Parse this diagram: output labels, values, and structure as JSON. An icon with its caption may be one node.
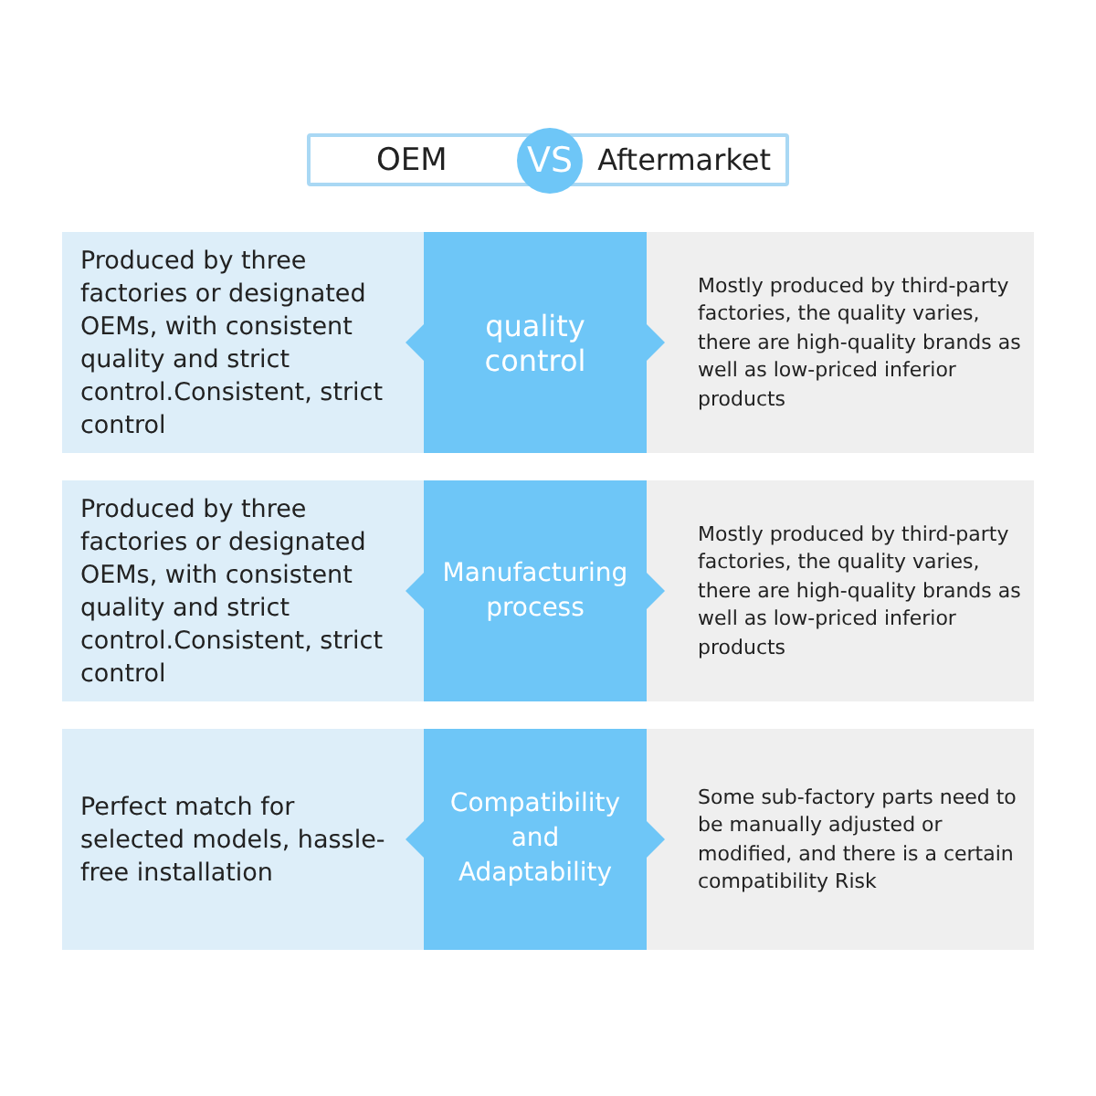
{
  "diagram": {
    "nodes": [
      {
        "text": [
          "OEM",
          "Aftermarket"
        ]
      },
      {
        "text": [
          "VS"
        ]
      },
      {
        "text": [
          "Produced by three factories or designated OEMs, with consistent quality and strict control.Consistent, strict control"
        ]
      },
      {
        "text": [
          "quality control"
        ]
      },
      {
        "text": [
          "Mostly produced by third-party factories, the quality varies, there are high-quality brands as well as low-priced inferior products"
        ]
      },
      {
        "text": [
          "Produced by three factories or designated OEMs, with consistent quality and strict control.Consistent, strict control"
        ]
      },
      {
        "text": [
          "Manufacturing process"
        ]
      },
      {
        "text": [
          "Mostly produced by third-party factories, the quality varies, there are high-quality brands as well as low-priced inferior products"
        ]
      },
      {
        "text": [
          "Perfect match for selected models, hassle-free installation"
        ]
      },
      {
        "text": [
          "Compatibility and Adaptability"
        ]
      },
      {
        "text": [
          "Some sub-factory parts need to be manually adjusted or modified, and there is a certain compatibility Risk"
        ]
      }
    ]
  }
}
